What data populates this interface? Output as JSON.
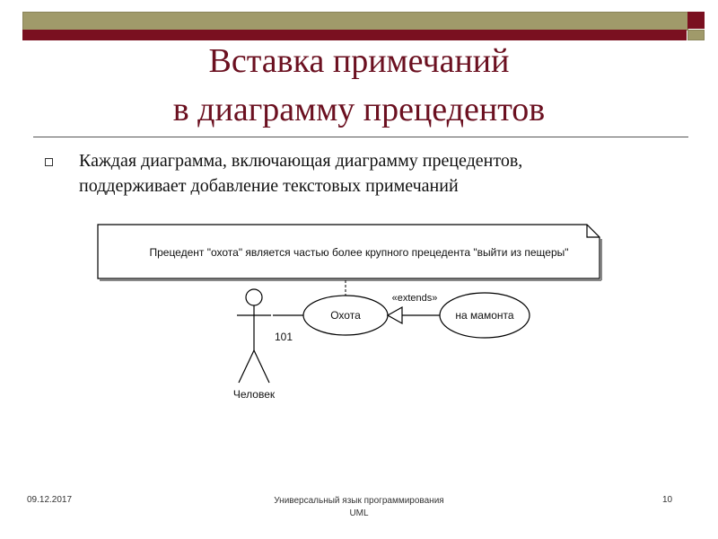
{
  "slide": {
    "title_line1": "Вставка примечаний",
    "title_line2": "в диаграмму прецедентов",
    "bullet_line1": "Каждая диаграмма, включающая диаграмму прецедентов,",
    "bullet_line2": "поддерживает добавление текстовых примечаний"
  },
  "diagram": {
    "note_text": "Прецедент \"охота\" является частью более крупного прецедента \"выйти из пещеры\"",
    "usecase_hunt": "Охота",
    "usecase_mammoth": "на мамонта",
    "stereotype": "«extends»",
    "multiplicity": "101",
    "actor_label": "Человек"
  },
  "footer": {
    "date": "09.12.2017",
    "center_line1": "Универсальный  язык  программирования",
    "center_line2": "UML",
    "page": "10"
  },
  "colors": {
    "band_olive": "#a09a6a",
    "band_maroon": "#7a1020",
    "title": "#6b1020"
  }
}
